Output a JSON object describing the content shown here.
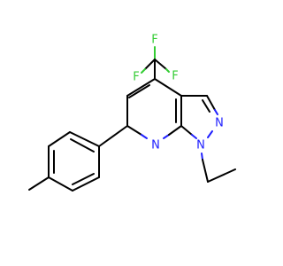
{
  "atoms": {
    "fluorine_top": "F",
    "fluorine_left": "F",
    "fluorine_right": "F",
    "nitrogen_pyrazole_2": "N",
    "nitrogen_pyrazole_1": "N",
    "nitrogen_pyridine": "N"
  },
  "colors": {
    "carbon_bond": "#000000",
    "nitrogen": "#2020ff",
    "fluorine": "#33cc33",
    "background": "#ffffff"
  }
}
